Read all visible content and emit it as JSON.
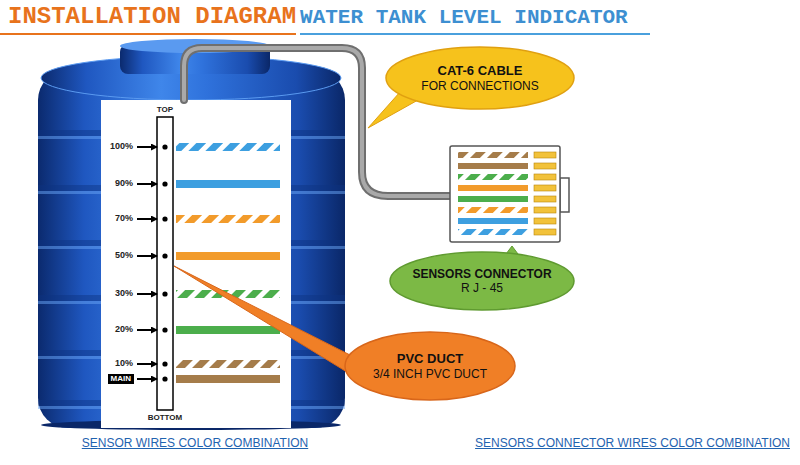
{
  "diagram": {
    "title": "INSTALLATION DIAGRAM",
    "nodes": [
      {
        "text": [
          "CAT-6 CABLE",
          "FOR CONNECTIONS"
        ]
      },
      {
        "text": [
          "SENSORS CONNECTOR",
          "R J - 45"
        ]
      },
      {
        "text": [
          "PVC DUCT",
          "3/4 INCH PVC DUCT"
        ]
      },
      {
        "text": [
          "MAIN"
        ]
      }
    ],
    "labels": [
      "WATER TANK LEVEL INDICATOR",
      "TOP",
      "100%",
      "90%",
      "70%",
      "50%",
      "30%",
      "20%",
      "10%",
      "BOTTOM",
      "SENSOR WIRES COLOR COMBINATION",
      "SENSORS CONNECTOR WIRES COLOR COMBINATION"
    ]
  }
}
